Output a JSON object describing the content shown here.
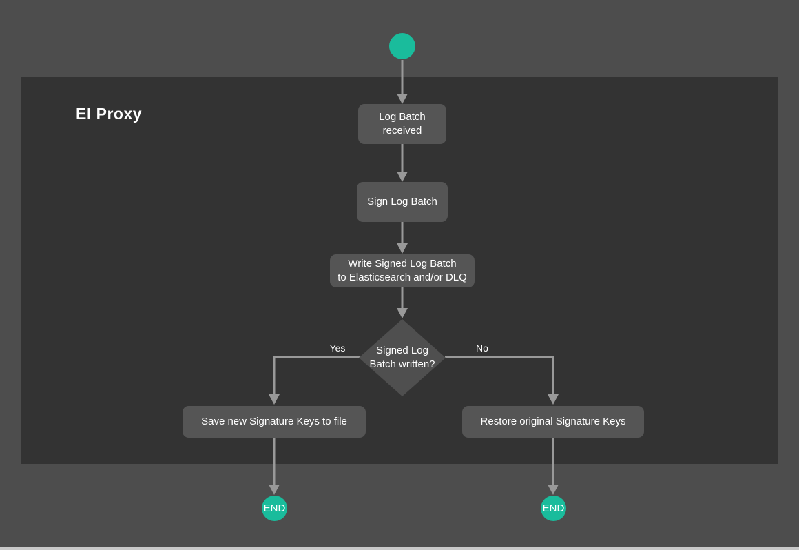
{
  "page": {
    "background_color": "#4d4d4d",
    "container_color": "#333333",
    "node_color": "#555555",
    "diamond_color": "#4f4f4f",
    "accent_color": "#1abc9c",
    "edge_color": "#999999",
    "text_color": "#ffffff"
  },
  "container": {
    "title": "El Proxy"
  },
  "nodes": {
    "start": {
      "type": "start-circle"
    },
    "log_batch_received": {
      "lines": [
        "Log Batch",
        "received"
      ]
    },
    "sign_log_batch": {
      "label": "Sign Log Batch"
    },
    "write_signed_log_batch": {
      "lines": [
        "Write Signed Log Batch",
        "to Elasticsearch and/or DLQ"
      ]
    },
    "decision_signed_log_batch_written": {
      "lines": [
        "Signed Log",
        "Batch written?"
      ]
    },
    "save_signature_keys": {
      "label": "Save new Signature Keys to file"
    },
    "restore_signature_keys": {
      "label": "Restore original Signature Keys"
    },
    "end_left": {
      "label": "END"
    },
    "end_right": {
      "label": "END"
    }
  },
  "edges": {
    "yes_label": "Yes",
    "no_label": "No"
  }
}
